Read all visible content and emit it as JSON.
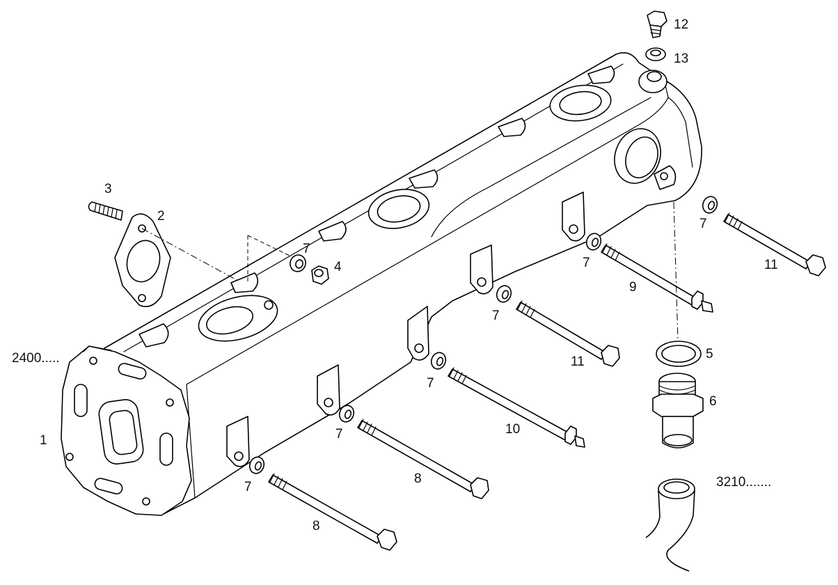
{
  "callouts": {
    "c1": "1",
    "c2": "2",
    "c3": "3",
    "c4": "4",
    "c5": "5",
    "c6": "6",
    "c7a": "7",
    "c7b": "7",
    "c7c": "7",
    "c7d": "7",
    "c7e": "7",
    "c7f": "7",
    "c7g": "7",
    "c8a": "8",
    "c8b": "8",
    "c9": "9",
    "c10": "10",
    "c11a": "11",
    "c11b": "11",
    "c12": "12",
    "c13": "13",
    "ref2400": "2400.....",
    "ref3210": "3210......."
  }
}
